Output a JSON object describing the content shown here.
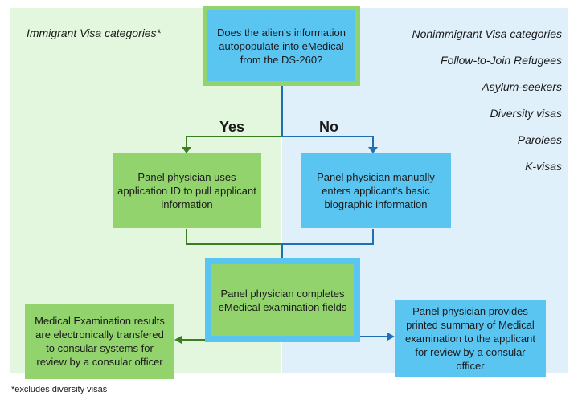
{
  "left_heading": "Immigrant Visa categories*",
  "right_categories": [
    "Nonimmigrant Visa categories",
    "Follow-to-Join Refugees",
    "Asylum-seekers",
    "Diversity visas",
    "Parolees",
    "K-visas"
  ],
  "question": "Does the alien's information autopopulate into eMedical from the DS-260?",
  "yes_label": "Yes",
  "no_label": "No",
  "yes_box": "Panel physician uses application ID to pull applicant information",
  "no_box": "Panel physician manually enters applicant's  basic biographic information",
  "center_box": "Panel physician completes eMedical examination fields",
  "left_result": "Medical Examination results are electronically transfered to consular systems for review by a consular officer",
  "right_result": "Panel physician provides printed summary of Medical examination to the applicant for review by a consular officer",
  "footnote": "*excludes diversity visas",
  "colors": {
    "left_bg": "#e2f7dd",
    "right_bg": "#dff0fb",
    "green_box": "#92d36e",
    "blue_box": "#5bc5f2",
    "green_line": "#3a7d22",
    "blue_line": "#1f6fb5"
  }
}
